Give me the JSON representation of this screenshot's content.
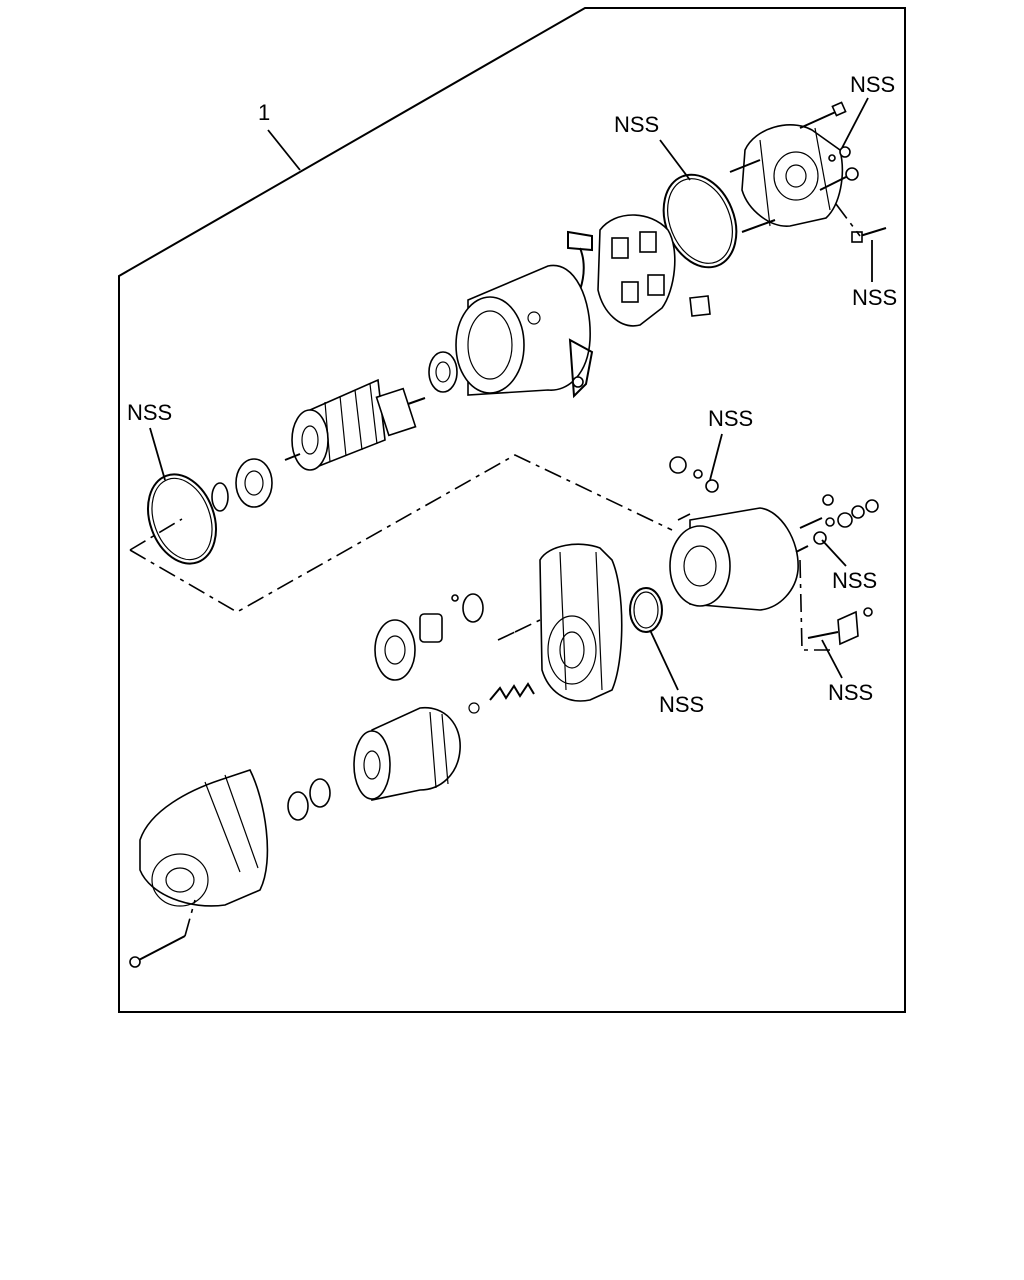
{
  "diagram": {
    "assembly_callout": "1",
    "callouts": [
      "NSS",
      "NSS",
      "NSS",
      "NSS",
      "NSS",
      "NSS",
      "NSS",
      "NSS"
    ]
  }
}
